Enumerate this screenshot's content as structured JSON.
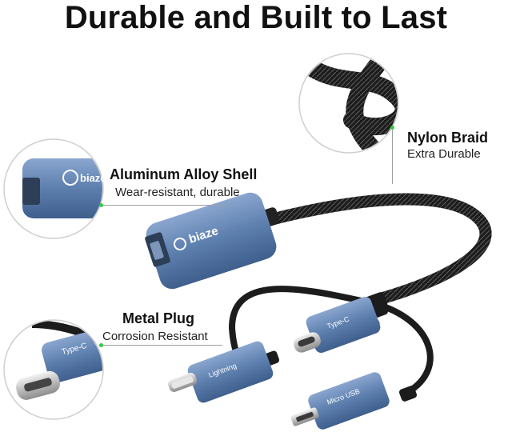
{
  "title": "Durable and Built to Last",
  "brand": "biaze",
  "features": {
    "nylon_braid": {
      "title": "Nylon Braid",
      "subtitle": "Extra Durable"
    },
    "aluminum_shell": {
      "title": "Aluminum Alloy Shell",
      "subtitle": "Wear-resistant, durable"
    },
    "metal_plug": {
      "title": "Metal Plug",
      "subtitle": "Corrosion Resistant"
    }
  },
  "connectors": {
    "type_c": "Type-C",
    "lightning": "Lightning",
    "micro_usb": "Micro USB"
  },
  "colors": {
    "shell_blue": "#5d7fae",
    "cable_black": "#1c1c1c",
    "callout_dot": "#2ecc40"
  }
}
